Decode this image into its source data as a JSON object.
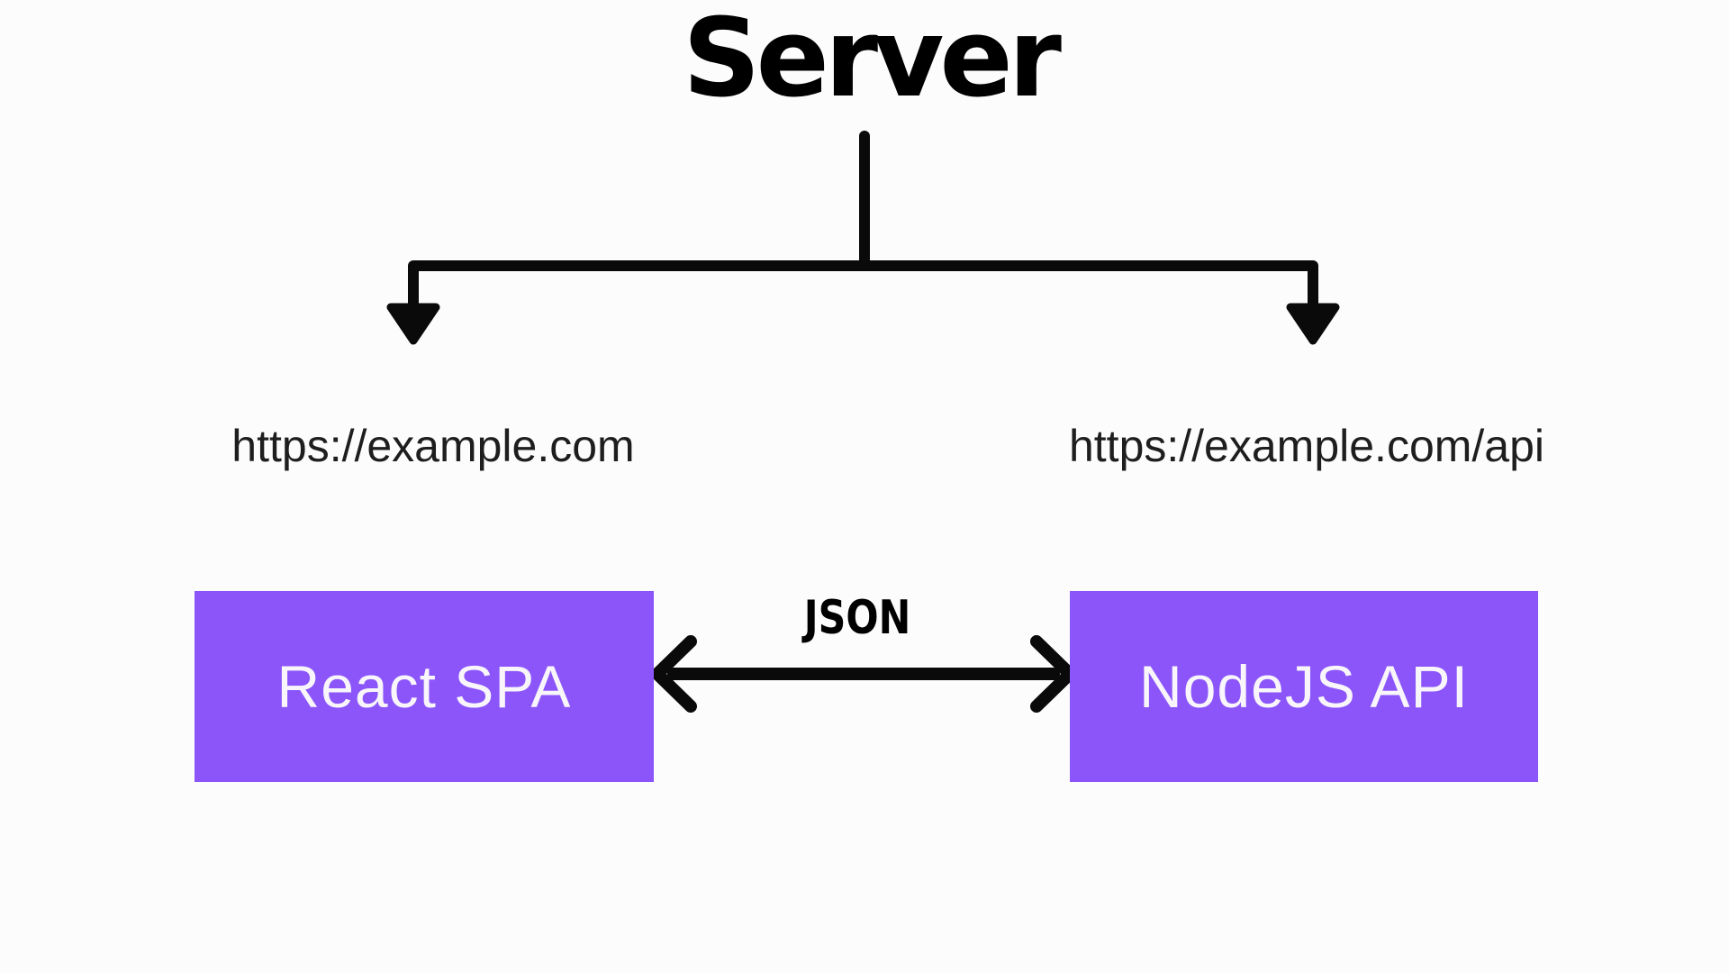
{
  "title": "Server",
  "branches": {
    "left_url": "https://example.com",
    "right_url": "https://example.com/api"
  },
  "nodes": {
    "left": {
      "label": "React SPA"
    },
    "right": {
      "label": "NodeJS API"
    }
  },
  "link": {
    "label": "JSON"
  },
  "icons": {
    "branch_connector": "t-split-down-arrows",
    "link_arrow": "double-headed-horizontal-arrow"
  },
  "colors": {
    "background": "#fdfcfd",
    "line": "#0a0a0a",
    "text": "#1e1e1e",
    "node_fill": "#8b55fa",
    "node_text": "#f8f5fb"
  }
}
